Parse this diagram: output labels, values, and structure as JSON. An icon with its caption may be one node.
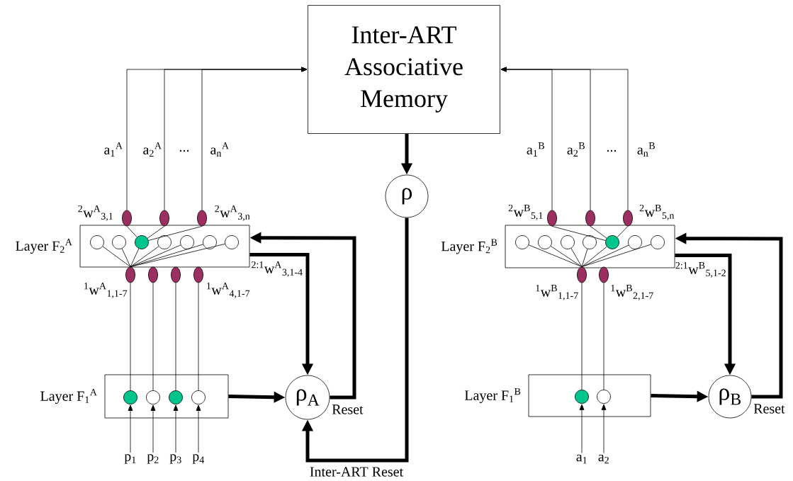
{
  "diagram": {
    "nodes": [
      {
        "text": [
          "Inter-ART Associative Memory"
        ]
      },
      {
        "text": [
          "ρ"
        ]
      },
      {
        "text": [
          "Layer F$_{2}$$^{A}$"
        ]
      },
      {
        "text": [],
        "shape": "circle",
        "in": 2
      },
      {
        "text": [],
        "shape": "circle",
        "in": 2
      },
      {
        "text": [],
        "shape": "circle",
        "in": 2
      },
      {
        "text": [],
        "shape": "circle",
        "in": 2
      },
      {
        "text": [],
        "shape": "circle",
        "in": 2
      },
      {
        "text": [],
        "shape": "circle",
        "in": 2
      },
      {
        "text": [],
        "shape": "circle",
        "in": 2
      },
      {
        "text": [],
        "shape": "ellipse"
      },
      {
        "text": [],
        "shape": "ellipse"
      },
      {
        "text": [],
        "shape": "ellipse"
      },
      {
        "text": [],
        "shape": "ellipse"
      },
      {
        "text": [],
        "shape": "ellipse"
      },
      {
        "text": [],
        "shape": "ellipse"
      },
      {
        "text": [],
        "shape": "ellipse"
      },
      {
        "text": [
          "Layer F$_{1}$$^{A}$"
        ]
      },
      {
        "text": [],
        "shape": "circle",
        "in": 17
      },
      {
        "text": [],
        "shape": "circle",
        "in": 17
      },
      {
        "text": [],
        "shape": "circle",
        "in": 17
      },
      {
        "text": [],
        "shape": "circle",
        "in": 17
      },
      {
        "text": [
          "p$_{1}$"
        ]
      },
      {
        "text": [
          "p$_{2}$"
        ]
      },
      {
        "text": [
          "p$_{3}$"
        ]
      },
      {
        "text": [
          "p$_{4}$"
        ]
      },
      {
        "text": [
          "ρ$_{A}$"
        ],
        "beside": [
          "Reset"
        ]
      },
      {
        "text": [
          "Layer F$_{2}$$^{B}$"
        ]
      },
      {
        "text": [],
        "shape": "circle",
        "in": 27
      },
      {
        "text": [],
        "shape": "circle",
        "in": 27
      },
      {
        "text": [],
        "shape": "circle",
        "in": 27
      },
      {
        "text": [],
        "shape": "circle",
        "in": 27
      },
      {
        "text": [],
        "shape": "circle",
        "in": 27
      },
      {
        "text": [],
        "shape": "circle",
        "in": 27
      },
      {
        "text": [],
        "shape": "circle",
        "in": 27
      },
      {
        "text": [],
        "shape": "ellipse"
      },
      {
        "text": [],
        "shape": "ellipse"
      },
      {
        "text": [],
        "shape": "ellipse"
      },
      {
        "text": [],
        "shape": "ellipse"
      },
      {
        "text": [],
        "shape": "ellipse"
      },
      {
        "text": [
          "Layer F$_{1}$$^{B}$"
        ]
      },
      {
        "text": [],
        "shape": "circle",
        "in": 40
      },
      {
        "text": [],
        "shape": "circle",
        "in": 40
      },
      {
        "text": [
          "a$_{1}$"
        ]
      },
      {
        "text": [
          "a$_{2}$"
        ]
      },
      {
        "text": [
          "ρ$_{B}$"
        ],
        "beside": [
          "Reset"
        ]
      }
    ],
    "edges": [
      {
        "from": 10,
        "to": 0,
        "arrow": "to"
      },
      {
        "from": 11,
        "to": 0,
        "arrow": "to"
      },
      {
        "from": 12,
        "to": 0,
        "arrow": "to"
      },
      {
        "from": 5,
        "to": 10,
        "arrow": "none"
      },
      {
        "from": 5,
        "to": 11,
        "arrow": "none"
      },
      {
        "from": 5,
        "to": 12,
        "arrow": "none"
      },
      {
        "from": 3,
        "to": 13,
        "arrow": "none"
      },
      {
        "from": 4,
        "to": 13,
        "arrow": "none"
      },
      {
        "from": 5,
        "to": 13,
        "arrow": "none"
      },
      {
        "from": 6,
        "to": 13,
        "arrow": "none"
      },
      {
        "from": 7,
        "to": 13,
        "arrow": "none"
      },
      {
        "from": 8,
        "to": 13,
        "arrow": "none"
      },
      {
        "from": 9,
        "to": 13,
        "arrow": "none"
      },
      {
        "from": 13,
        "to": 18,
        "arrow": "none"
      },
      {
        "from": 14,
        "to": 19,
        "arrow": "none"
      },
      {
        "from": 15,
        "to": 20,
        "arrow": "none"
      },
      {
        "from": 16,
        "to": 21,
        "arrow": "none"
      },
      {
        "from": 22,
        "to": 18,
        "arrow": "to"
      },
      {
        "from": 23,
        "to": 19,
        "arrow": "to"
      },
      {
        "from": 24,
        "to": 20,
        "arrow": "to"
      },
      {
        "from": 25,
        "to": 21,
        "arrow": "to"
      },
      {
        "from": 17,
        "to": 26,
        "arrow": "to",
        "style": "thick"
      },
      {
        "from": 2,
        "to": 26,
        "arrow": "to",
        "style": "thick"
      },
      {
        "from": 26,
        "to": 2,
        "arrow": "to",
        "style": "thick"
      },
      {
        "from": 1,
        "to": 26,
        "arrow": "to",
        "style": "thick",
        "label": "Inter-ART Reset"
      },
      {
        "from": 0,
        "to": 1,
        "arrow": "to",
        "style": "thick"
      },
      {
        "from": 35,
        "to": 0,
        "arrow": "to"
      },
      {
        "from": 36,
        "to": 0,
        "arrow": "to"
      },
      {
        "from": 37,
        "to": 0,
        "arrow": "to"
      },
      {
        "from": 32,
        "to": 35,
        "arrow": "none"
      },
      {
        "from": 32,
        "to": 36,
        "arrow": "none"
      },
      {
        "from": 32,
        "to": 37,
        "arrow": "none"
      },
      {
        "from": 28,
        "to": 38,
        "arrow": "none"
      },
      {
        "from": 29,
        "to": 38,
        "arrow": "none"
      },
      {
        "from": 30,
        "to": 38,
        "arrow": "none"
      },
      {
        "from": 31,
        "to": 38,
        "arrow": "none"
      },
      {
        "from": 32,
        "to": 38,
        "arrow": "none"
      },
      {
        "from": 33,
        "to": 38,
        "arrow": "none"
      },
      {
        "from": 34,
        "to": 38,
        "arrow": "none"
      },
      {
        "from": 38,
        "to": 41,
        "arrow": "none"
      },
      {
        "from": 39,
        "to": 42,
        "arrow": "none"
      },
      {
        "from": 43,
        "to": 41,
        "arrow": "to"
      },
      {
        "from": 44,
        "to": 42,
        "arrow": "to"
      },
      {
        "from": 40,
        "to": 45,
        "arrow": "to",
        "style": "thick"
      },
      {
        "from": 27,
        "to": 45,
        "arrow": "to",
        "style": "thick"
      },
      {
        "from": 45,
        "to": 27,
        "arrow": "to",
        "style": "thick"
      }
    ],
    "labels": [
      "a$_{1}$$^{A}$",
      "a$_{2}$$^{A}$",
      "...",
      "a$_{n}$$^{A}$",
      "a$_{1}$$^{B}$",
      "a$_{2}$$^{B}$",
      "...",
      "a$_{n}$$^{B}$",
      "$^{2}$w$^{A}$$_{3,1}$",
      "$^{2}$w$^{A}$$_{3,n}$",
      "$^{2}$w$^{B}$$_{5,1}$",
      "$^{2}$w$^{B}$$_{5,n}$",
      "$^{2:1}$w$^{A}$$_{3,1-4}$",
      "$^{2:1}$w$^{B}$$_{5,1-2}$",
      "$^{1}$w$^{A}$$_{1,1-7}$",
      "$^{1}$w$^{A}$$_{4,1-7}$",
      "$^{1}$w$^{B}$$_{1,1-7}$",
      "$^{1}$w$^{B}$$_{2,1-7}$"
    ]
  }
}
